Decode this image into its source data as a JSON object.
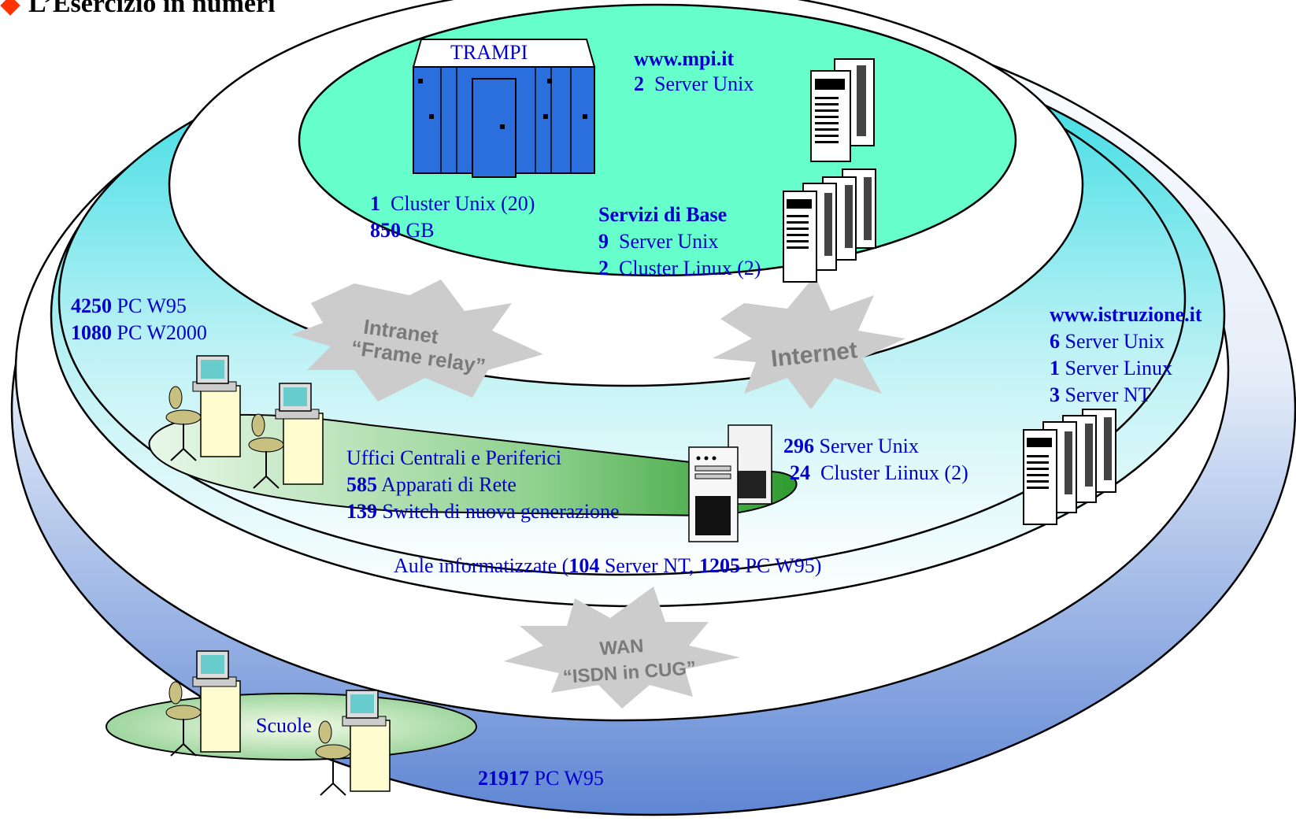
{
  "title": "L’Esercizio in numeri",
  "clouds": {
    "intranet": [
      "Intranet",
      "“Frame relay”"
    ],
    "internet": "Internet",
    "wan": [
      "WAN",
      "“ISDN in CUG”"
    ]
  },
  "trampi": {
    "label": "TRAMPI",
    "cluster_num": "1",
    "cluster_text": "Cluster Unix (20)",
    "storage_num": "850",
    "storage_unit": "GB"
  },
  "mpi": {
    "site": "www.mpi.it",
    "servers_num": "2",
    "servers_text": "Server Unix"
  },
  "servizi_base": {
    "heading": "Servizi di Base",
    "unix_num": "9",
    "unix_text": "Server Unix",
    "linux_num": "2",
    "linux_text": "Cluster Linux (2)"
  },
  "pcs": {
    "w95_num": "4250",
    "w95_text": "PC W95",
    "w2000_num": "1080",
    "w2000_text": "PC W2000"
  },
  "istruzione": {
    "site": "www.istruzione.it",
    "unix_num": "6",
    "unix_text": "Server Unix",
    "linux_num": "1",
    "linux_text": "Server Linux",
    "nt_num": "3",
    "nt_text": "Server NT"
  },
  "uffici": {
    "heading": "Uffici Centrali e Periferici",
    "apparati_num": "585",
    "apparati_text": "Apparati di Rete",
    "switch_num": "139",
    "switch_text": "Switch di nuova generazione"
  },
  "periferia_servers": {
    "unix_num": "296",
    "unix_text": "Server Unix",
    "cluster_num": "24",
    "cluster_text": "Cluster Liinux (2)"
  },
  "aule": {
    "prefix": "Aule informatizzate (",
    "nt_num": "104",
    "nt_text": "Server NT, ",
    "pc_num": "1205",
    "pc_text": "PC W95)"
  },
  "scuole": {
    "label": "Scuole",
    "pc_num": "21917",
    "pc_text": "PC W95"
  },
  "colors": {
    "outer_ring_top": "#ffffff",
    "outer_ring_bottom": "#6f93d8",
    "middle_ring": "#3fdcdc",
    "core": "#66ffcc",
    "cloud": "#cccccc",
    "text_blue": "#0000cc",
    "mainframe": "#2a6fdb"
  }
}
